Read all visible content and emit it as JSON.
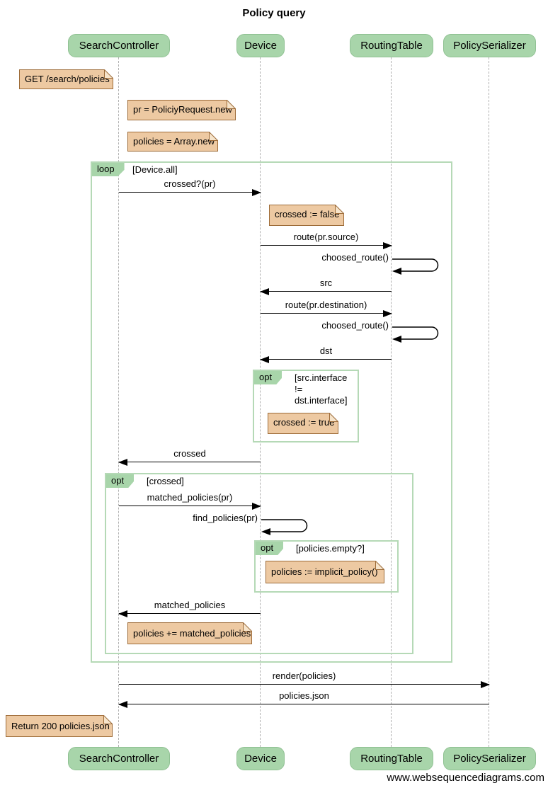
{
  "title": "Policy query",
  "footer": "www.websequencediagrams.com",
  "actors": [
    "SearchController",
    "Device",
    "RoutingTable",
    "PolicySerializer"
  ],
  "fragments": [
    {
      "operator": "loop",
      "condition": "[Device.all]"
    },
    {
      "operator": "opt",
      "condition": "[src.interface\n!=\ndst.interface]"
    },
    {
      "operator": "opt",
      "condition": "[crossed]"
    },
    {
      "operator": "opt",
      "condition": "[policies.empty?]"
    }
  ],
  "notes": [
    "GET /search/policies",
    "pr = PoliciyRequest.new",
    "policies = Array.new",
    "crossed := false",
    "crossed := true",
    "policies := implicit_policy()",
    "policies += matched_policies",
    "Return 200 policies.json"
  ],
  "messages": [
    {
      "label": "crossed?(pr)",
      "from": "SearchController",
      "to": "Device"
    },
    {
      "label": "route(pr.source)",
      "from": "Device",
      "to": "RoutingTable"
    },
    {
      "label": "choosed_route()",
      "from": "RoutingTable",
      "to": "RoutingTable",
      "self": true
    },
    {
      "label": "src",
      "from": "RoutingTable",
      "to": "Device"
    },
    {
      "label": "route(pr.destination)",
      "from": "Device",
      "to": "RoutingTable"
    },
    {
      "label": "choosed_route()",
      "from": "RoutingTable",
      "to": "RoutingTable",
      "self": true
    },
    {
      "label": "dst",
      "from": "RoutingTable",
      "to": "Device"
    },
    {
      "label": "crossed",
      "from": "Device",
      "to": "SearchController"
    },
    {
      "label": "matched_policies(pr)",
      "from": "SearchController",
      "to": "Device"
    },
    {
      "label": "find_policies(pr)",
      "from": "Device",
      "to": "Device",
      "self": true
    },
    {
      "label": "matched_policies",
      "from": "Device",
      "to": "SearchController"
    },
    {
      "label": "render(policies)",
      "from": "SearchController",
      "to": "PolicySerializer"
    },
    {
      "label": "policies.json",
      "from": "PolicySerializer",
      "to": "SearchController"
    }
  ],
  "colors": {
    "actor_fill": "#a8d5aa",
    "actor_border": "#90c193",
    "fragment_border": "#b5d9b6",
    "fragment_tab_fill": "#a8d5aa",
    "note_fill": "#edc9a2",
    "note_border": "#9d6b38",
    "lifeline": "#b0b0b0",
    "arrow": "#000000"
  }
}
